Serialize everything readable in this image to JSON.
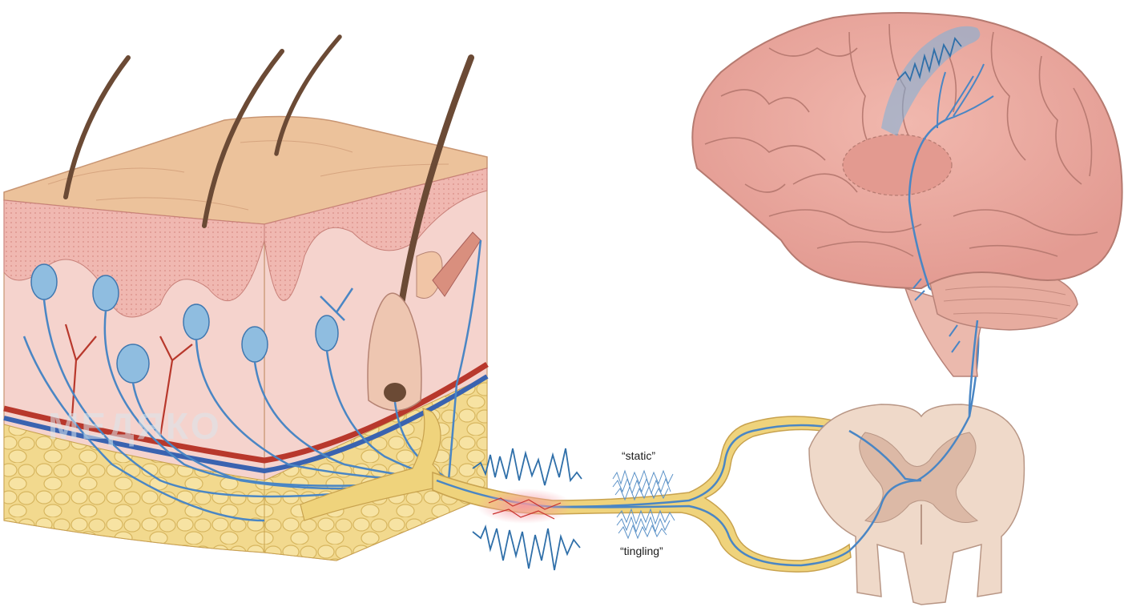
{
  "labels": {
    "static": "“static”",
    "tingling": "“tingling”"
  },
  "watermark": "МЕДЯКО",
  "colors": {
    "nerve": "#4a86c4",
    "nerve_sheath": "#efd37c",
    "skin_surface": "#ecc29b",
    "dermis": "#f3c9c5",
    "fat": "#f2d98e",
    "artery": "#b8382c",
    "vein": "#3a63b0",
    "brain": "#e8a9a1",
    "spinal_cord": "#efd9c9",
    "hair": "#6b4a35",
    "receptor": "#8fbde0",
    "signal_glow": "#f7a3a8",
    "cortex_highlight": "#7ab0db"
  },
  "icons": [
    "skin-block",
    "hair",
    "receptor",
    "nerve-fiber",
    "spinal-cord",
    "brain",
    "signal-wave"
  ]
}
